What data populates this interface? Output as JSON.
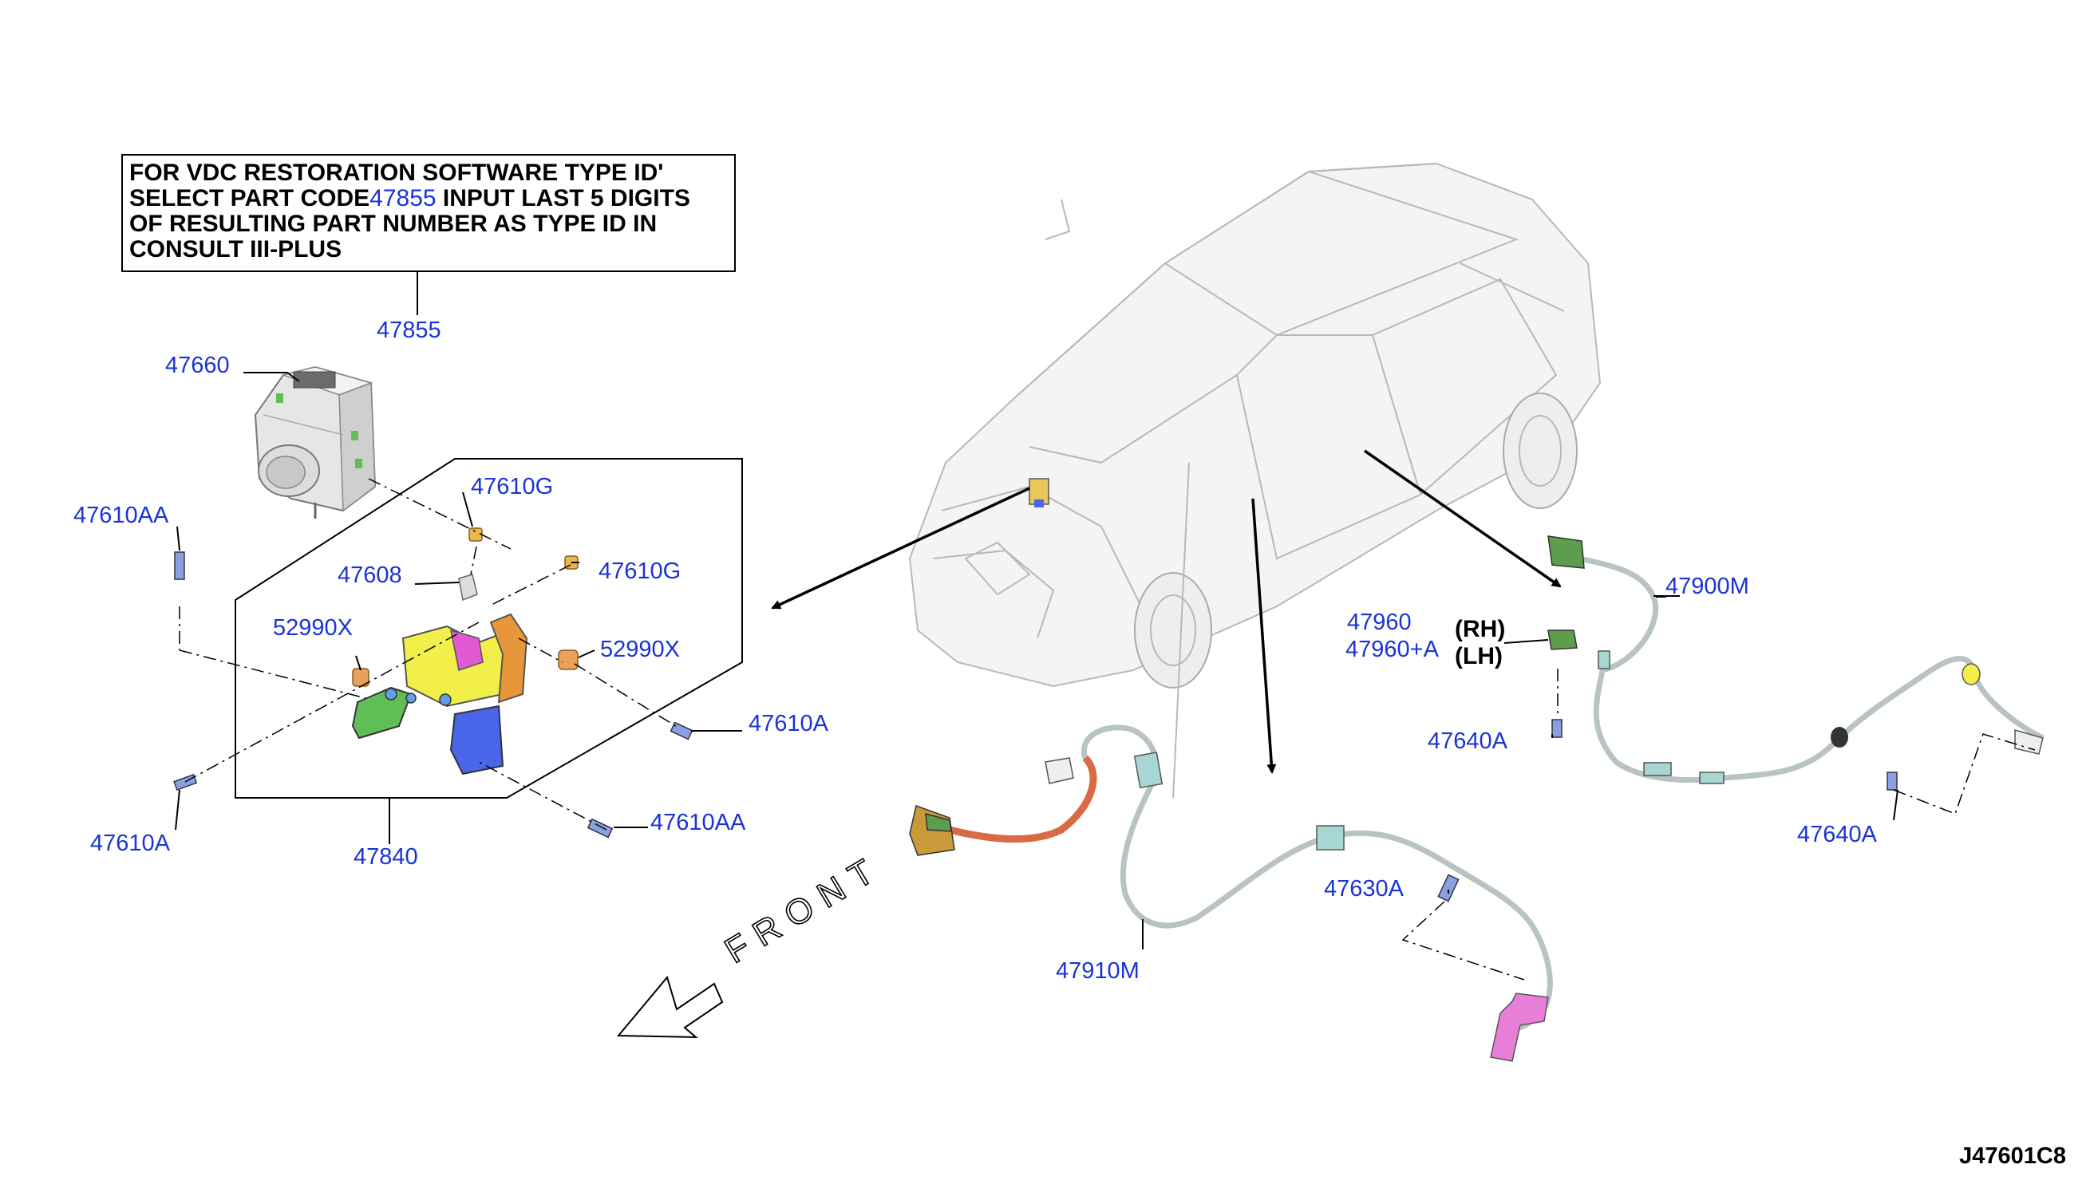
{
  "note": {
    "line1": "FOR VDC RESTORATION SOFTWARE TYPE ID'",
    "line2_prefix": "SELECT PART CODE",
    "line2_code": "47855",
    "line2_suffix": " INPUT LAST 5 DIGITS",
    "line3": "OF RESULTING PART NUMBER AS TYPE ID IN",
    "line4": "CONSULT III-PLUS"
  },
  "callouts": {
    "c47855": "47855",
    "c47660": "47660",
    "c47610aa_top": "47610AA",
    "c47610g_top": "47610G",
    "c47608": "47608",
    "c47610g_mid": "47610G",
    "c52990x_left": "52990X",
    "c52990x_right": "52990X",
    "c47610a_right": "47610A",
    "c47610a_left": "47610A",
    "c47840": "47840",
    "c47610aa_bottom": "47610AA",
    "c47900m": "47900M",
    "c47960": "47960",
    "c47960a": "47960+A",
    "c47640a_upper": "47640A",
    "c47640a_lower": "47640A",
    "c47630a": "47630A",
    "c47910m": "47910M"
  },
  "side_labels": {
    "rh": "(RH)",
    "lh": "(LH)"
  },
  "front_label": "FRONT",
  "figure_id": "J47601C8",
  "colors": {
    "callout_text": "#1a33d6",
    "bracket_yellow": "#f2ee4a",
    "bracket_orange": "#e8963a",
    "bracket_magenta": "#e05ad2",
    "bracket_blue": "#4a66e8",
    "bracket_green": "#5fbf56",
    "harness_orange": "#d96a43",
    "sensor_green": "#5c9e4c",
    "sensor_tan": "#c89a3a",
    "sensor_pink": "#e77ed8",
    "cable_grey": "#b9c3c3",
    "clip_teal": "#a8d6d2"
  }
}
